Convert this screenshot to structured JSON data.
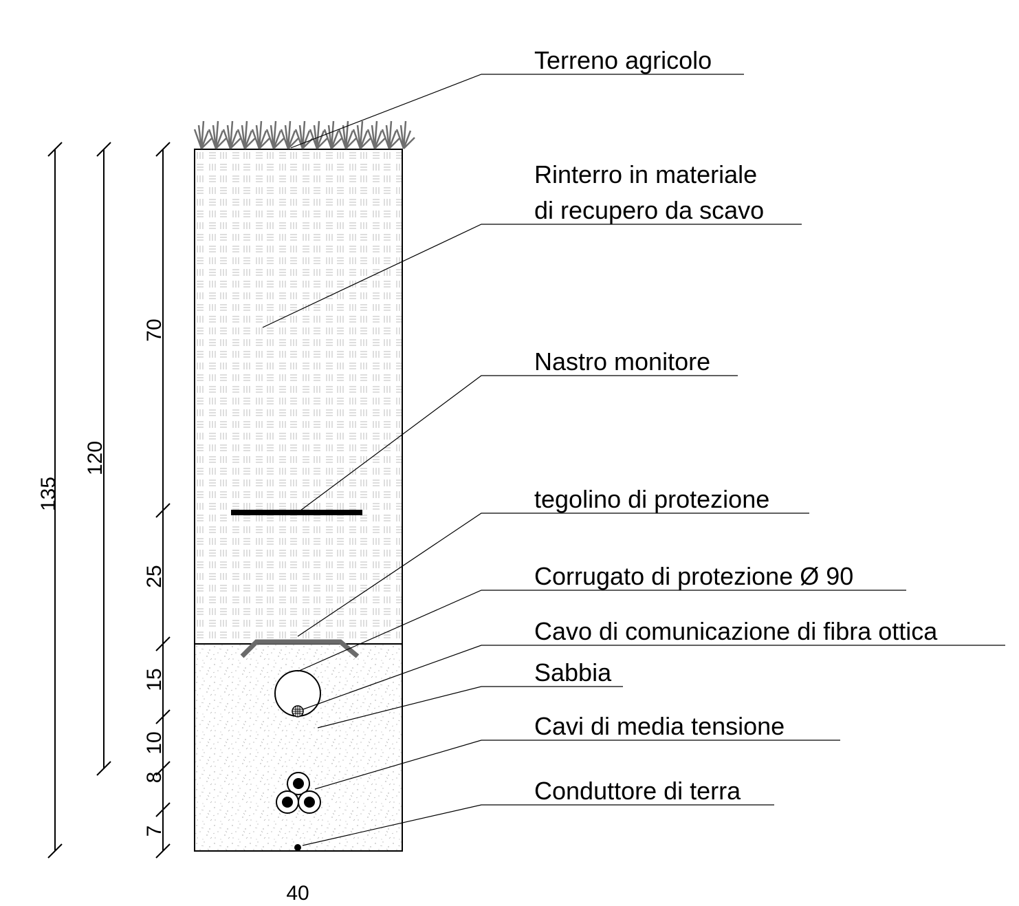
{
  "labels": {
    "terreno": "Terreno agricolo",
    "rinterro_1": "Rinterro in materiale",
    "rinterro_2": "di recupero da scavo",
    "nastro": "Nastro monitore",
    "tegolino": "tegolino di protezione",
    "corrugato": "Corrugato di protezione Ø 90",
    "fibra": "Cavo di comunicazione di fibra ottica",
    "sabbia": "Sabbia",
    "cavi_mt": "Cavi di  media  tensione",
    "conduttore": "Conduttore di terra"
  },
  "dimensions": {
    "total": "135",
    "cables_depth": "120",
    "backfill": "70",
    "tape_to_tile": "25",
    "tile_to_duct": "15",
    "duct_to_cables": "10",
    "cables": "8",
    "ground": "7",
    "width": "40"
  },
  "colors": {
    "line": "#000000",
    "grass": "#6e6e6e",
    "tile": "#6a6a6a",
    "hatch": "#bdbdbd",
    "sand_dots": "#9a9a9a"
  }
}
